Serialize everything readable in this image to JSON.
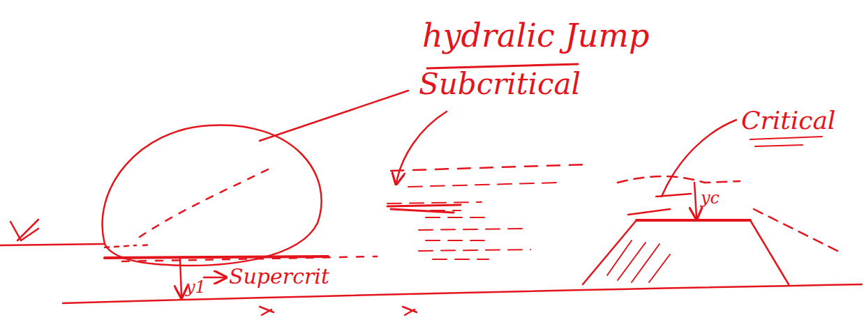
{
  "diagram": {
    "labels": [
      "hydralic Jump",
      "Subcritical",
      "Critical",
      "y1",
      "Supercrit",
      "yc"
    ]
  }
}
